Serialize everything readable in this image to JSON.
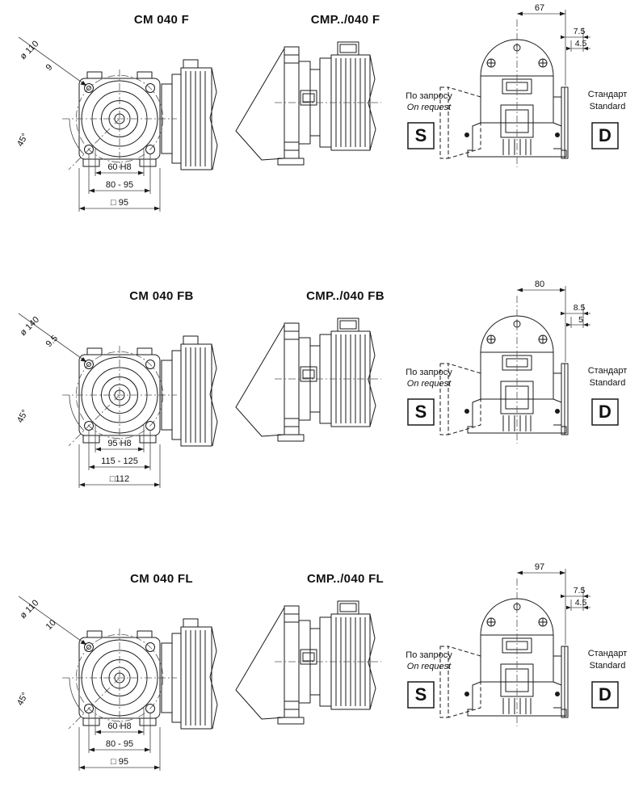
{
  "colors": {
    "line": "#1a1a1a",
    "text": "#111111",
    "background": "#ffffff"
  },
  "sections": [
    {
      "cm_title": "CM 040 F",
      "cmp_title": "CMP../040 F",
      "front": {
        "flange_dia": "ø 110",
        "hole_dia": "9",
        "angle": "45°",
        "bore": "60 H8",
        "range": "80 - 95",
        "square": "□ 95"
      },
      "output": {
        "center_dist": "67",
        "dim_a": "7.5",
        "dim_b": "4.5",
        "option": {
          "label_ru": "По запросу",
          "label_en": "On request",
          "code": "S"
        },
        "standard": {
          "label_ru": "Стандарт",
          "label_en": "Standard",
          "code": "D"
        }
      }
    },
    {
      "cm_title": "CM 040 FB",
      "cmp_title": "CMP../040 FB",
      "front": {
        "flange_dia": "ø 140",
        "hole_dia": "9.5",
        "angle": "45°",
        "bore": "95 H8",
        "range": "115 - 125",
        "square": "□112"
      },
      "output": {
        "center_dist": "80",
        "dim_a": "8.5",
        "dim_b": "5",
        "option": {
          "label_ru": "По запросу",
          "label_en": "On request",
          "code": "S"
        },
        "standard": {
          "label_ru": "Стандарт",
          "label_en": "Standard",
          "code": "D"
        }
      }
    },
    {
      "cm_title": "CM 040 FL",
      "cmp_title": "CMP../040 FL",
      "front": {
        "flange_dia": "ø 110",
        "hole_dia": "10",
        "angle": "45°",
        "bore": "60 H8",
        "range": "80 - 95",
        "square": "□ 95"
      },
      "output": {
        "center_dist": "97",
        "dim_a": "7.5",
        "dim_b": "4.5",
        "option": {
          "label_ru": "По запросу",
          "label_en": "On request",
          "code": "S"
        },
        "standard": {
          "label_ru": "Стандарт",
          "label_en": "Standard",
          "code": "D"
        }
      }
    }
  ]
}
